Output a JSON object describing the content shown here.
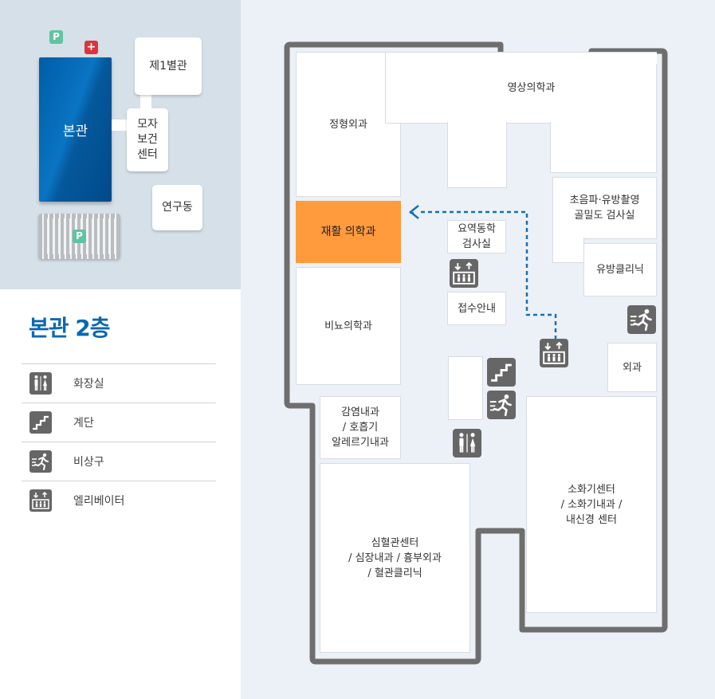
{
  "overview": {
    "parking_sign_top": "P",
    "hospital_sign": "+",
    "main_building": "본관",
    "annex_1": "제1별관",
    "maternal_center": "모자\n보건\n센터",
    "research_building": "연구동",
    "parking_lot_sign": "P"
  },
  "floor_title": "본관 2층",
  "legend": [
    {
      "icon": "restroom-icon",
      "label": "화장실"
    },
    {
      "icon": "stairs-icon",
      "label": "계단"
    },
    {
      "icon": "emergency-exit-icon",
      "label": "비상구"
    },
    {
      "icon": "elevator-icon",
      "label": "엘리베이터"
    }
  ],
  "rooms": {
    "orthopedics": "정형외과",
    "radiology": "영상의학과",
    "rehabilitation": "재활 의학과",
    "urodynamics": "요역동학\n검사실",
    "reception": "접수안내",
    "ultrasound": "초음파·유방촬영\n골밀도 검사실",
    "breast_clinic": "유방클리닉",
    "urology": "비뇨의학과",
    "surgery": "외과",
    "infectious": "감염내과\n/ 호흡기\n알레르기내과",
    "digestive": "소화기센터\n/ 소화기내과 /\n내신경 센터",
    "cardio": "심혈관센터\n/ 심장내과 / 흉부외과\n/ 혈관클리닉"
  },
  "colors": {
    "highlight": "#ff9a3d",
    "route": "#1a6fb3",
    "wall": "#6e6e6e",
    "title": "#0a68b0"
  }
}
